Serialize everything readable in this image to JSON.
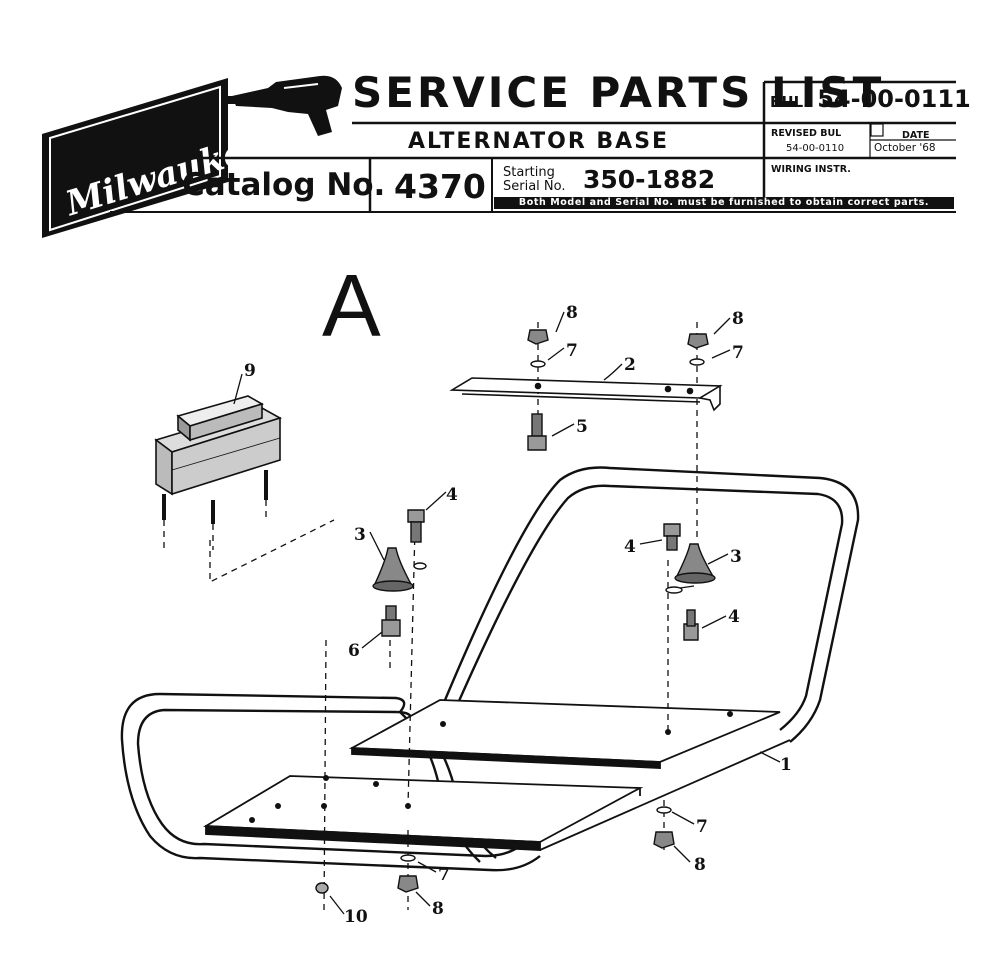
{
  "header": {
    "brand": "Milwaukee",
    "title": "SERVICE PARTS LIST",
    "subtitle": "ALTERNATOR BASE",
    "catalog_label": "Catalog No.",
    "catalog_number": "4370",
    "starting_serial_label_line1": "Starting",
    "starting_serial_label_line2": "Serial No.",
    "serial_number": "350-1882",
    "bulletin_prefix": "BUL.",
    "bulletin_number": "54-00-0111",
    "revised_label": "REVISED BUL",
    "revised_number": "54-00-0110",
    "date_label": "DATE",
    "date_value": "October '68",
    "wiring_label": "WIRING INSTR.",
    "notice": "Both Model and Serial No. must be furnished to obtain correct parts."
  },
  "diagram": {
    "section_letter": "A",
    "callouts": {
      "p1": "1",
      "p2": "2",
      "p3a": "3",
      "p3b": "3",
      "p4a": "4",
      "p4b": "4",
      "p4c": "4",
      "p5": "5",
      "p6": "6",
      "p7a": "7",
      "p7b": "7",
      "p7c": "7",
      "p7d": "7",
      "p8a": "8",
      "p8b": "8",
      "p8c": "8",
      "p8d": "8",
      "p9": "9",
      "p10": "10"
    }
  }
}
